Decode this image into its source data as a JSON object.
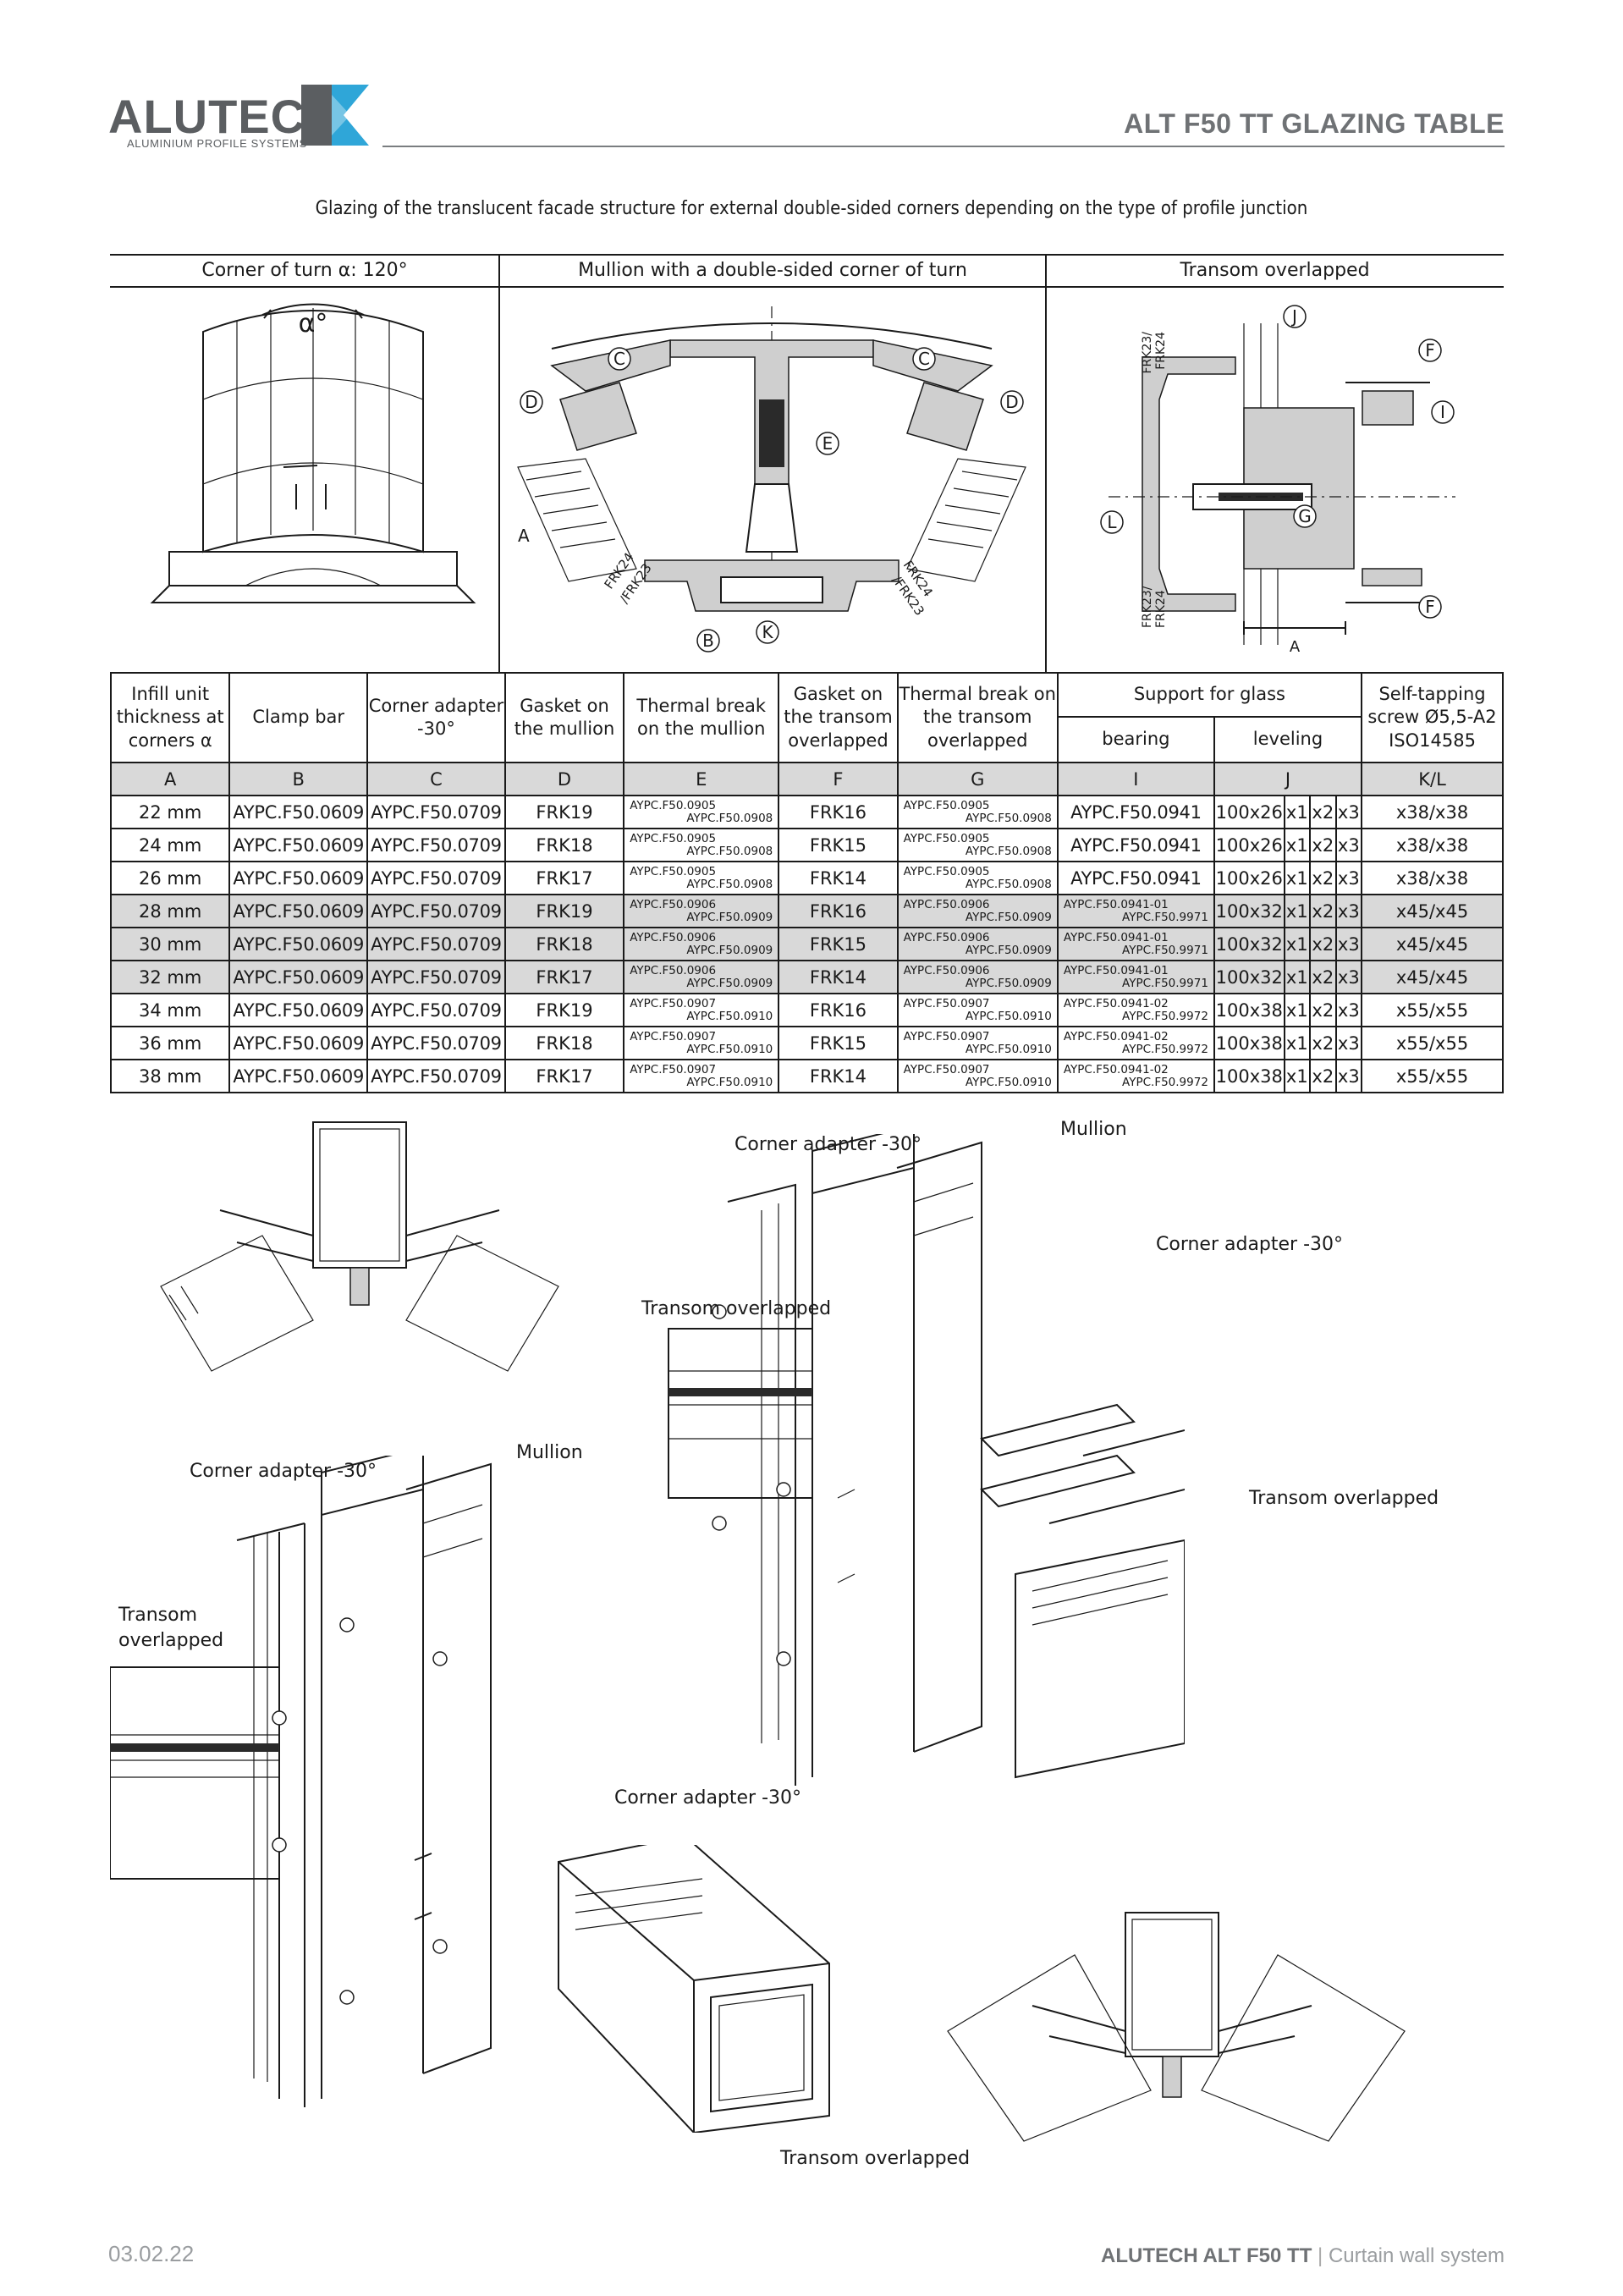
{
  "header": {
    "logo_word": "ALUTECH",
    "logo_sub": "ALUMINIUM PROFILE SYSTEMS",
    "title": "ALT F50 TT GLAZING TABLE"
  },
  "caption": "Glazing of the translucent facade structure for external double-sided corners depending on the type of profile junction",
  "sections": {
    "corner": "Corner of turn α: 120°",
    "mullion": "Mullion with a double-sided corner of turn",
    "transom": "Transom overlapped"
  },
  "diagram_labels": {
    "alpha": "α°",
    "A": "A",
    "B": "B",
    "C": "C",
    "D": "D",
    "E": "E",
    "F": "F",
    "G": "G",
    "I": "I",
    "J": "J",
    "K": "K",
    "L": "L",
    "frk_a": "FRK24",
    "frk_b": "/FRK23",
    "frk_c": "FRK23/",
    "frk_d": "FRK24"
  },
  "table": {
    "headers": {
      "infill": "Infill unit thickness at corners α",
      "clamp": "Clamp bar",
      "adapter": "Corner adapter -30°",
      "gasket_mullion": "Gasket on the mullion",
      "tb_mullion": "Thermal break on the mullion",
      "gasket_transom": "Gasket on the transom overlapped",
      "tb_transom": "Thermal break on the transom overlapped",
      "support": "Support for glass",
      "bearing": "bearing",
      "leveling": "leveling",
      "screw": "Self-tapping screw Ø5,5-A2 ISO14585"
    },
    "letters": [
      "A",
      "B",
      "C",
      "D",
      "E",
      "F",
      "G",
      "I",
      "J",
      "K/L"
    ],
    "rows": [
      {
        "a": "22 mm",
        "b": "AYPC.F50.0609",
        "c": "AYPC.F50.0709",
        "d": "FRK19",
        "e1": "AYPC.F50.0905",
        "e2": "AYPC.F50.0908",
        "f": "FRK16",
        "g1": "AYPC.F50.0905",
        "g2": "AYPC.F50.0908",
        "i1": "AYPC.F50.0941",
        "i2": "",
        "j": "100x26",
        "x1": "x1",
        "x2": "x2",
        "x3": "x3",
        "k": "x38/x38",
        "shade": false
      },
      {
        "a": "24 mm",
        "b": "AYPC.F50.0609",
        "c": "AYPC.F50.0709",
        "d": "FRK18",
        "e1": "AYPC.F50.0905",
        "e2": "AYPC.F50.0908",
        "f": "FRK15",
        "g1": "AYPC.F50.0905",
        "g2": "AYPC.F50.0908",
        "i1": "AYPC.F50.0941",
        "i2": "",
        "j": "100x26",
        "x1": "x1",
        "x2": "x2",
        "x3": "x3",
        "k": "x38/x38",
        "shade": false
      },
      {
        "a": "26 mm",
        "b": "AYPC.F50.0609",
        "c": "AYPC.F50.0709",
        "d": "FRK17",
        "e1": "AYPC.F50.0905",
        "e2": "AYPC.F50.0908",
        "f": "FRK14",
        "g1": "AYPC.F50.0905",
        "g2": "AYPC.F50.0908",
        "i1": "AYPC.F50.0941",
        "i2": "",
        "j": "100x26",
        "x1": "x1",
        "x2": "x2",
        "x3": "x3",
        "k": "x38/x38",
        "shade": false
      },
      {
        "a": "28 mm",
        "b": "AYPC.F50.0609",
        "c": "AYPC.F50.0709",
        "d": "FRK19",
        "e1": "AYPC.F50.0906",
        "e2": "AYPC.F50.0909",
        "f": "FRK16",
        "g1": "AYPC.F50.0906",
        "g2": "AYPC.F50.0909",
        "i1": "AYPC.F50.0941-01",
        "i2": "AYPC.F50.9971",
        "j": "100x32",
        "x1": "x1",
        "x2": "x2",
        "x3": "x3",
        "k": "x45/x45",
        "shade": true
      },
      {
        "a": "30 mm",
        "b": "AYPC.F50.0609",
        "c": "AYPC.F50.0709",
        "d": "FRK18",
        "e1": "AYPC.F50.0906",
        "e2": "AYPC.F50.0909",
        "f": "FRK15",
        "g1": "AYPC.F50.0906",
        "g2": "AYPC.F50.0909",
        "i1": "AYPC.F50.0941-01",
        "i2": "AYPC.F50.9971",
        "j": "100x32",
        "x1": "x1",
        "x2": "x2",
        "x3": "x3",
        "k": "x45/x45",
        "shade": true
      },
      {
        "a": "32 mm",
        "b": "AYPC.F50.0609",
        "c": "AYPC.F50.0709",
        "d": "FRK17",
        "e1": "AYPC.F50.0906",
        "e2": "AYPC.F50.0909",
        "f": "FRK14",
        "g1": "AYPC.F50.0906",
        "g2": "AYPC.F50.0909",
        "i1": "AYPC.F50.0941-01",
        "i2": "AYPC.F50.9971",
        "j": "100x32",
        "x1": "x1",
        "x2": "x2",
        "x3": "x3",
        "k": "x45/x45",
        "shade": true
      },
      {
        "a": "34 mm",
        "b": "AYPC.F50.0609",
        "c": "AYPC.F50.0709",
        "d": "FRK19",
        "e1": "AYPC.F50.0907",
        "e2": "AYPC.F50.0910",
        "f": "FRK16",
        "g1": "AYPC.F50.0907",
        "g2": "AYPC.F50.0910",
        "i1": "AYPC.F50.0941-02",
        "i2": "AYPC.F50.9972",
        "j": "100x38",
        "x1": "x1",
        "x2": "x2",
        "x3": "x3",
        "k": "x55/x55",
        "shade": false
      },
      {
        "a": "36 mm",
        "b": "AYPC.F50.0609",
        "c": "AYPC.F50.0709",
        "d": "FRK18",
        "e1": "AYPC.F50.0907",
        "e2": "AYPC.F50.0910",
        "f": "FRK15",
        "g1": "AYPC.F50.0907",
        "g2": "AYPC.F50.0910",
        "i1": "AYPC.F50.0941-02",
        "i2": "AYPC.F50.9972",
        "j": "100x38",
        "x1": "x1",
        "x2": "x2",
        "x3": "x3",
        "k": "x55/x55",
        "shade": false
      },
      {
        "a": "38 mm",
        "b": "AYPC.F50.0609",
        "c": "AYPC.F50.0709",
        "d": "FRK17",
        "e1": "AYPC.F50.0907",
        "e2": "AYPC.F50.0910",
        "f": "FRK14",
        "g1": "AYPC.F50.0907",
        "g2": "AYPC.F50.0910",
        "i1": "AYPC.F50.0941-02",
        "i2": "AYPC.F50.9972",
        "j": "100x38",
        "x1": "x1",
        "x2": "x2",
        "x3": "x3",
        "k": "x55/x55",
        "shade": false
      }
    ]
  },
  "figure_labels": {
    "mullion": "Mullion",
    "adapter": "Corner adapter -30°",
    "transom": "Transom overlapped",
    "transom_line1": "Transom",
    "transom_line2": "overlapped"
  },
  "footer": {
    "date": "03.02.22",
    "brand": "ALUTECH ALT F50 TT",
    "separator": "|",
    "tagline": "Curtain wall system"
  }
}
